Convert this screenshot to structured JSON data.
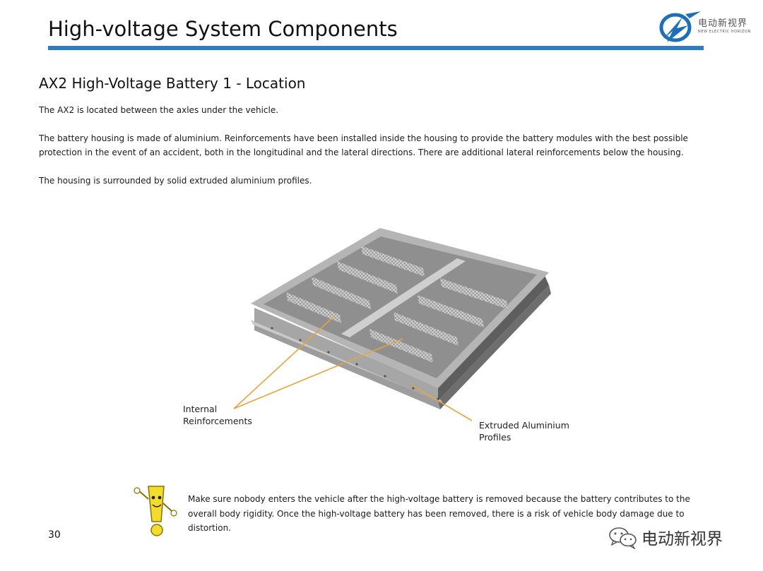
{
  "slide": {
    "title": "High-voltage System Components",
    "page_number": "30"
  },
  "logo": {
    "text_cn": "电动新视界",
    "text_en": "NEW ELECTRIC HORIZON",
    "color": "#1f6fb8"
  },
  "section": {
    "heading": "AX2 High-Voltage Battery 1 - Location",
    "paragraphs": [
      "The AX2 is located between the axles under the vehicle.",
      "The battery housing is made of aluminium.  Reinforcements have been installed inside the housing to provide the battery modules with the best possible protection in the event of an accident, both in the longitudinal and the lateral directions.  There are additional lateral reinforcements below the housing.",
      "The housing is surrounded by solid extruded aluminium profiles."
    ]
  },
  "figure": {
    "callouts": [
      {
        "line1": "Internal",
        "line2": "Reinforcements"
      },
      {
        "line1": "Extruded Aluminium",
        "line2": "Profiles"
      }
    ],
    "leader_color": "#e8a33d"
  },
  "note": {
    "icon": "exclamation-mascot-icon",
    "text": "Make sure nobody enters the vehicle after the high-voltage battery is removed because the battery contributes to the overall body rigidity.  Once the high-voltage battery has been removed, there is a risk of vehicle body damage due to distortion."
  },
  "watermark": {
    "icon": "wechat-icon",
    "text": "电动新视界"
  },
  "colors": {
    "title_rule": "#2b7cc1",
    "warning_yellow": "#f4dc2e"
  }
}
